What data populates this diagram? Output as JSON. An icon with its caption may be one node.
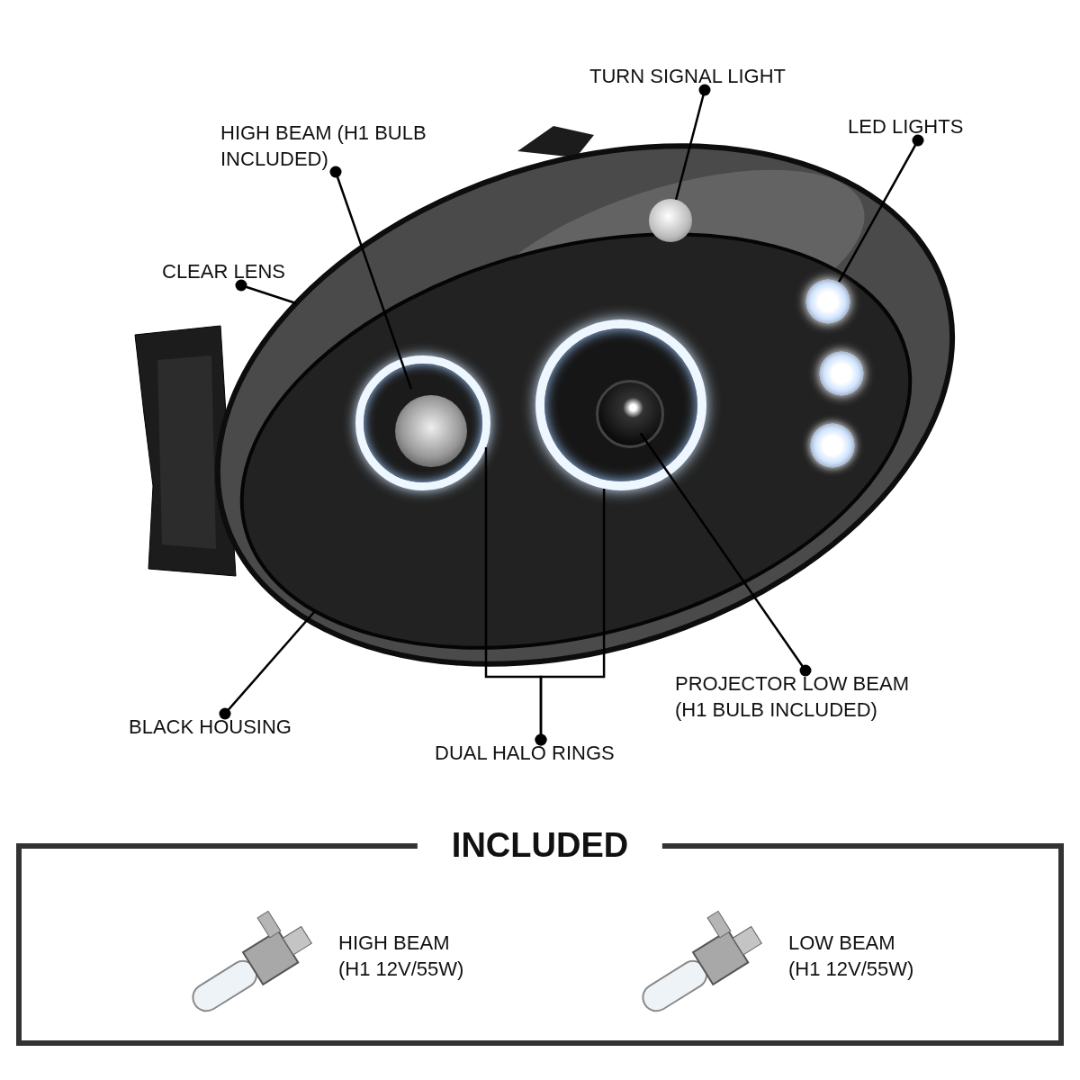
{
  "diagram": {
    "nodes": [
      {
        "text": [
          "TURN SIGNAL LIGHT"
        ]
      },
      {
        "text": [
          "HIGH BEAM (H1 BULB INCLUDED)"
        ]
      },
      {
        "text": [
          "LED LIGHTS"
        ]
      },
      {
        "text": [
          "CLEAR LENS"
        ]
      },
      {
        "text": [],
        "shape": "picture"
      },
      {
        "text": [],
        "shape": "picture",
        "in": 4
      },
      {
        "text": [],
        "shape": "circle",
        "in": 4
      },
      {
        "text": [],
        "shape": "circle",
        "in": 8
      },
      {
        "text": [],
        "shape": "circle",
        "in": 5
      },
      {
        "text": [],
        "shape": "circle",
        "in": 5
      },
      {
        "text": [],
        "shape": "circle",
        "in": 9
      },
      {
        "text": [],
        "shape": "circle",
        "in": 5
      },
      {
        "text": [],
        "shape": "circle",
        "in": 5
      },
      {
        "text": [],
        "shape": "circle",
        "in": 5
      },
      {
        "text": [
          "BLACK HOUSING"
        ]
      },
      {
        "text": [
          "PROJECTOR LOW BEAM (H1 BULB INCLUDED)"
        ]
      },
      {
        "text": [
          "DUAL HALO RINGS"
        ]
      },
      {
        "text": [
          "INCLUDED"
        ]
      },
      {
        "text": [],
        "shape": "picture",
        "in": 17,
        "beside": [
          "HIGH BEAM (H1 12V/55W)"
        ]
      },
      {
        "text": [],
        "shape": "picture",
        "in": 17,
        "beside": [
          "LOW BEAM (H1 12V/55W)"
        ]
      }
    ],
    "edges": [
      {
        "from": 0,
        "to": 6,
        "arrow": "other"
      },
      {
        "from": 1,
        "to": 7,
        "arrow": "other"
      },
      {
        "from": 2,
        "to": 11,
        "arrow": "other"
      },
      {
        "from": 3,
        "to": 4,
        "arrow": "other"
      },
      {
        "from": 14,
        "to": 5,
        "arrow": "other"
      },
      {
        "from": 15,
        "to": 10,
        "arrow": "other"
      },
      {
        "from": 16,
        "to": 8,
        "arrow": "other"
      },
      {
        "from": 16,
        "to": 9,
        "arrow": "other"
      }
    ]
  }
}
